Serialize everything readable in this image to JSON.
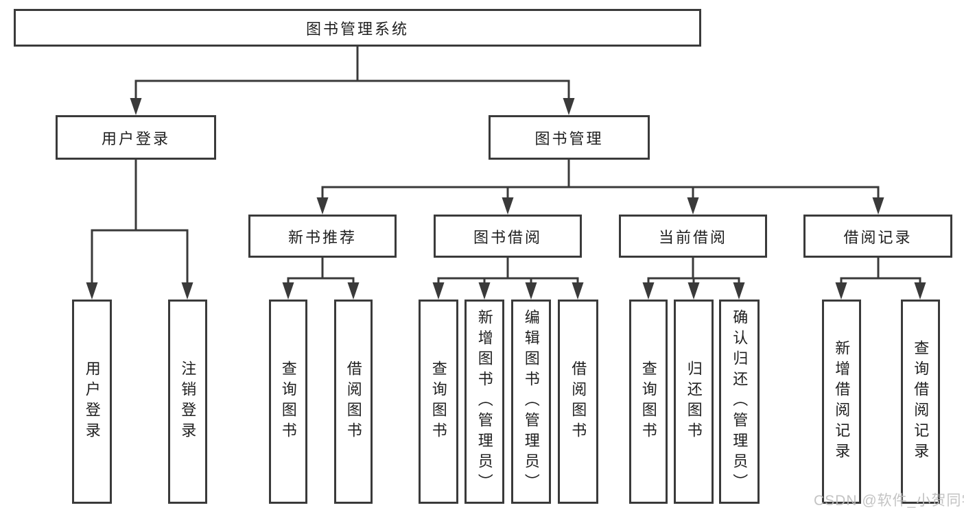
{
  "diagram": {
    "root": {
      "label": "图书管理系统"
    },
    "level2": [
      {
        "label": "用户登录"
      },
      {
        "label": "图书管理"
      }
    ],
    "level3": [
      {
        "label": "新书推荐"
      },
      {
        "label": "图书借阅"
      },
      {
        "label": "当前借阅"
      },
      {
        "label": "借阅记录"
      }
    ],
    "level4": [
      {
        "label": "用户登录"
      },
      {
        "label": "注销登录"
      },
      {
        "label": "查询图书"
      },
      {
        "label": "借阅图书"
      },
      {
        "label": "查询图书"
      },
      {
        "label": "新增图书（管理员）"
      },
      {
        "label": "编辑图书（管理员）"
      },
      {
        "label": "借阅图书"
      },
      {
        "label": "查询图书"
      },
      {
        "label": "归还图书"
      },
      {
        "label": "确认归还（管理员）"
      },
      {
        "label": "新增借阅记录"
      },
      {
        "label": "查询借阅记录"
      }
    ]
  },
  "watermark": {
    "text": "CSDN @软件_小贺同学"
  },
  "colors": {
    "line": "#3a3a3a",
    "text": "#1f1f1f",
    "watermark": "#bdbdbd",
    "background": "#ffffff"
  }
}
